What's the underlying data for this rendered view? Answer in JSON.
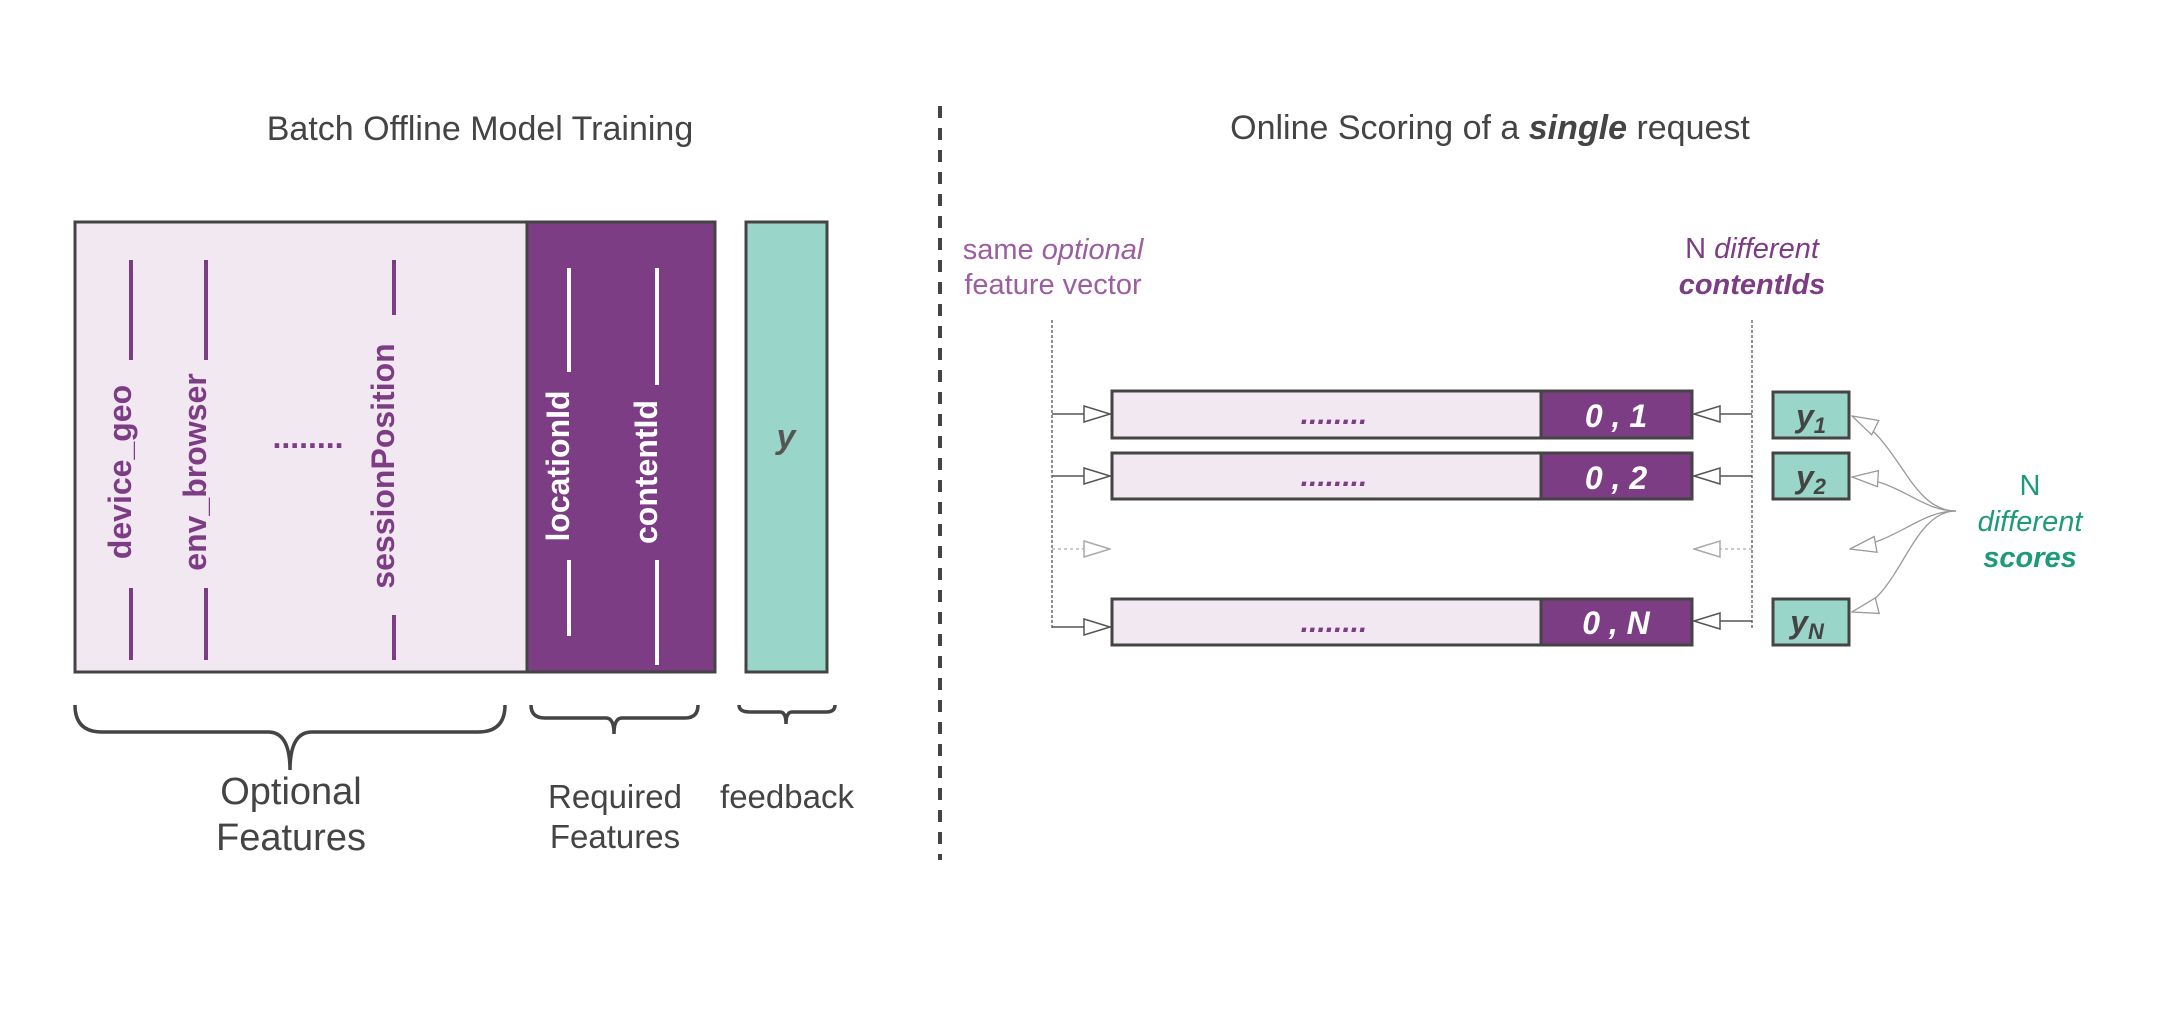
{
  "left": {
    "title": "Batch Offline Model Training",
    "optional_columns": [
      "device_geo",
      "env_browser",
      "........",
      "sessionPosition"
    ],
    "required_columns": [
      "locationId",
      "contentId"
    ],
    "feedback_label": "y",
    "brace_labels": {
      "optional_line1": "Optional",
      "optional_line2": "Features",
      "required_line1": "Required",
      "required_line2": "Features",
      "feedback": "feedback"
    }
  },
  "right": {
    "title_prefix": "Online Scoring of a ",
    "title_emphasis": "single",
    "title_suffix": " request",
    "left_note": {
      "line1_plain": "same ",
      "line1_italic": "optional",
      "line2": "feature vector"
    },
    "right_note": {
      "line1_plain": "N ",
      "line1_italic": "different",
      "line2_bold": "contentIds"
    },
    "rows": [
      {
        "features": "........",
        "ids": "0 , 1",
        "score_base": "y",
        "score_sub": "1"
      },
      {
        "features": "........",
        "ids": "0 , 2",
        "score_base": "y",
        "score_sub": "2"
      },
      {
        "features": "........",
        "ids": "0 , N",
        "score_base": "y",
        "score_sub": "N"
      }
    ],
    "scores_note": {
      "line1": "N",
      "line2": "different",
      "line3": "scores"
    }
  },
  "colors": {
    "purple": "#7d3d85",
    "light_purple": "#f1e8f1",
    "teal": "#9ad5ca",
    "teal_text": "#1d9a7c",
    "dark": "#444444",
    "note_purple": "#9b5ea0"
  }
}
